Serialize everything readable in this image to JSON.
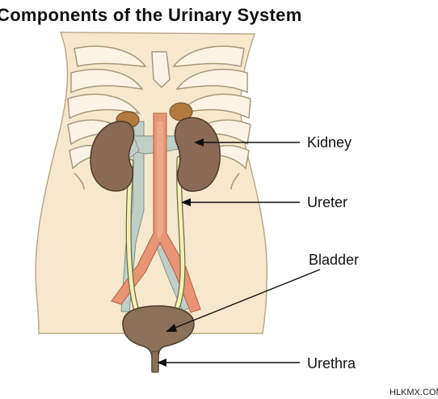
{
  "title": "Components of the Urinary System",
  "labels": {
    "kidney": "Kidney",
    "ureter": "Ureter",
    "bladder": "Bladder",
    "urethra": "Urethra"
  },
  "watermark": "HLKMX.COM",
  "colors": {
    "skin": "#f6e8cc",
    "skin_outline": "#b9a988",
    "rib": "#fbf4e6",
    "kidney": "#8b6a55",
    "adrenal": "#b27a3f",
    "vessel_pink": "#e79575",
    "vessel_gray": "#bfcfc8",
    "ureter": "#f3f0b8",
    "bladder": "#8b7158"
  }
}
